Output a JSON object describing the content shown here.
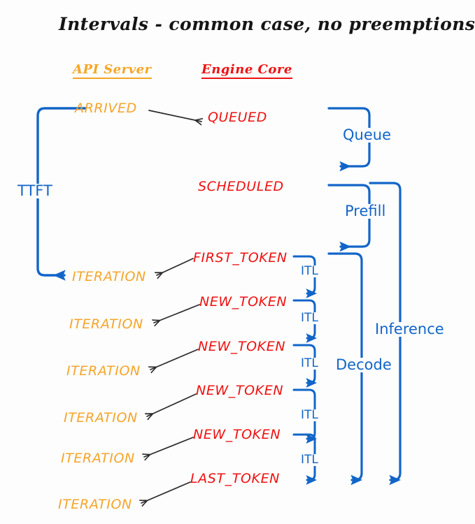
{
  "title": "Intervals - common case, no preemptions",
  "colors": {
    "background": "#fdfdfd",
    "api_server": "#f5a42a",
    "engine_core": "#ee1111",
    "interval_blue": "#1265c8",
    "arrow_black": "#2b2b2b"
  },
  "columns": {
    "api_server": "API Server",
    "engine_core": "Engine Core"
  },
  "events": {
    "arrived": "ARRIVED",
    "queued": "QUEUED",
    "scheduled": "SCHEDULED",
    "iteration": "ITERATION",
    "first_token": "FIRST_TOKEN",
    "new_token": "NEW_TOKEN",
    "last_token": "LAST_TOKEN"
  },
  "intervals": {
    "ttft": "TTFT",
    "queue": "Queue",
    "prefill": "Prefill",
    "decode": "Decode",
    "inference": "Inference",
    "itl": "ITL"
  },
  "rows": [
    {
      "api": "ITERATION",
      "engine": "FIRST_TOKEN",
      "itl": "ITL"
    },
    {
      "api": "ITERATION",
      "engine": "NEW_TOKEN",
      "itl": "ITL"
    },
    {
      "api": "ITERATION",
      "engine": "NEW_TOKEN",
      "itl": "ITL"
    },
    {
      "api": "ITERATION",
      "engine": "NEW_TOKEN",
      "itl": "ITL"
    },
    {
      "api": "ITERATION",
      "engine": "NEW_TOKEN",
      "itl": "ITL"
    },
    {
      "api": "ITERATION",
      "engine": "LAST_TOKEN",
      "itl": "ITL"
    }
  ],
  "itl_labels": [
    "ITL",
    "ITL",
    "ITL",
    "ITL",
    "ITL"
  ]
}
